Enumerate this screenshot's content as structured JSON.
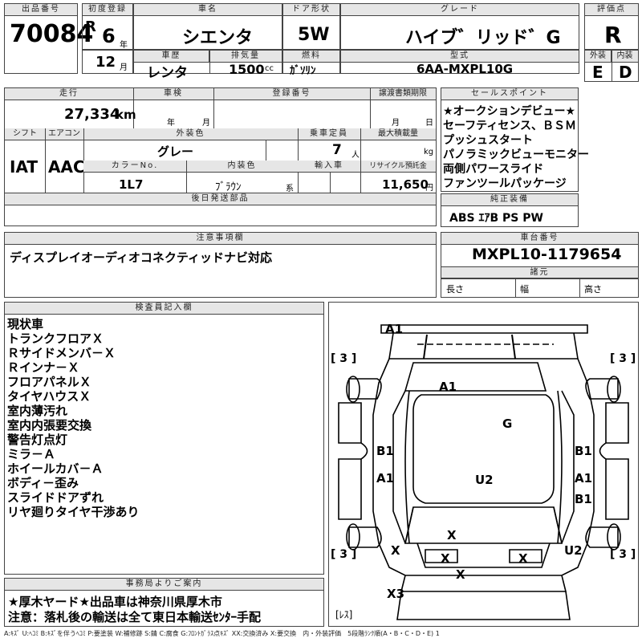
{
  "header": {
    "lot_label": "出品番号",
    "lot_number": "70084",
    "first_reg_label": "初度登録",
    "era": "R",
    "year": "6",
    "year_unit": "年",
    "month": "12",
    "month_unit": "月",
    "car_name_label": "車名",
    "car_name": "シエンタ",
    "door_label": "ドア形状",
    "door": "5W",
    "grade_label": "グレード",
    "grade": "ハイブ゛リッド゛G",
    "score_label": "評価点",
    "score": "R",
    "history_label": "車歴",
    "history": "レンタ",
    "displacement_label": "排気量",
    "displacement": "1500",
    "displacement_unit": "cc",
    "fuel_label": "燃料",
    "fuel": "ｶﾞｿﾘﾝ",
    "model_label": "型式",
    "model": "6AA-MXPL10G",
    "exterior_label": "外装",
    "exterior": "E",
    "interior_label": "内装",
    "interior": "D"
  },
  "row2": {
    "mileage_label": "走行",
    "mileage": "27,334",
    "mileage_unit": "km",
    "inspection_label": "車検",
    "ins_year": "年",
    "ins_month": "月",
    "reg_no_label": "登録番号",
    "transfer_label": "譲渡書類期限",
    "tr_month": "月",
    "tr_day": "日",
    "shift_label": "シフト",
    "shift": "IAT",
    "ac_label": "エアコン",
    "ac": "AAC",
    "ext_color_label": "外装色",
    "ext_color": "グレー",
    "capacity_label": "乗車定員",
    "capacity": "7",
    "capacity_unit": "人",
    "max_load_label": "最大積載量",
    "max_load_unit": "kg",
    "color_no_label": "カラーNo.",
    "color_no": "1L7",
    "int_color_label": "内装色",
    "int_color": "ﾌﾞﾗｳﾝ",
    "int_color_suffix": "系",
    "import_label": "輸入車",
    "recycle_label": "リサイクル預託金",
    "recycle": "11,650",
    "recycle_unit": "円",
    "later_parts_label": "後日発送部品"
  },
  "sales_points": {
    "label": "セールスポイント",
    "items": [
      "★オークションデビュー★",
      "セーフティセンス、ＢＳＭ",
      "プッシュスタート",
      "パノラミックビューモニター",
      "両側パワースライド",
      "ファンツールパッケージ"
    ]
  },
  "equipment": {
    "label": "純正装備",
    "value": "ABS ｴｱB PS PW"
  },
  "notes": {
    "label": "注意事項欄",
    "value": "ディスプレイオーディオコネクティッドナビ対応"
  },
  "chassis": {
    "label": "車台番号",
    "value": "MXPL10-1179654"
  },
  "dimensions": {
    "label": "諸元",
    "length": "長さ",
    "width": "幅",
    "height": "高さ"
  },
  "inspector": {
    "label": "検査員記入欄",
    "lines": [
      "現状車",
      "トランクフロアＸ",
      "Ｒサイドメンバ－Ｘ",
      "Ｒインナ－Ｘ",
      "フロアパネルＸ",
      "タイヤハウスＸ",
      "室内薄汚れ",
      "室内内張要交換",
      "警告灯点灯",
      "ミラ－Ａ",
      "ホイールカバ－Ａ",
      "ボディ－歪み",
      "スライドドアずれ",
      "リヤ廻りタイヤ干渉あり"
    ]
  },
  "diagram": {
    "marks": [
      "A1",
      "A1",
      "G",
      "B1",
      "B1",
      "A1",
      "A1",
      "U2",
      "B1",
      "X",
      "X",
      "X",
      "X",
      "X",
      "U2",
      "X3",
      "[ 3 ]",
      "[ 3 ]",
      "[ 3 ]",
      "[ 3 ]",
      "[ﾚｽ]"
    ]
  },
  "office": {
    "label": "事務局よりご案内",
    "line1": "★厚木ヤード★出品車は神奈川県厚木市",
    "line2": "注意：落札後の輸送は全て東日本輸送ｾﾝﾀｰ手配"
  },
  "legend": "A:ｷｽﾞ U:ﾍｺﾐ B:ｷｽﾞを伴うﾍｺﾐ P:要塗装 W:補修跡 S:錆 C:腐食 G:ﾌﾛﾝﾄｶﾞﾗｽ点ｷｽﾞ XX:交換済み X:要交換　内・外装評価　5段階ﾗﾝｸ順(A・B・C・D・E) 1"
}
